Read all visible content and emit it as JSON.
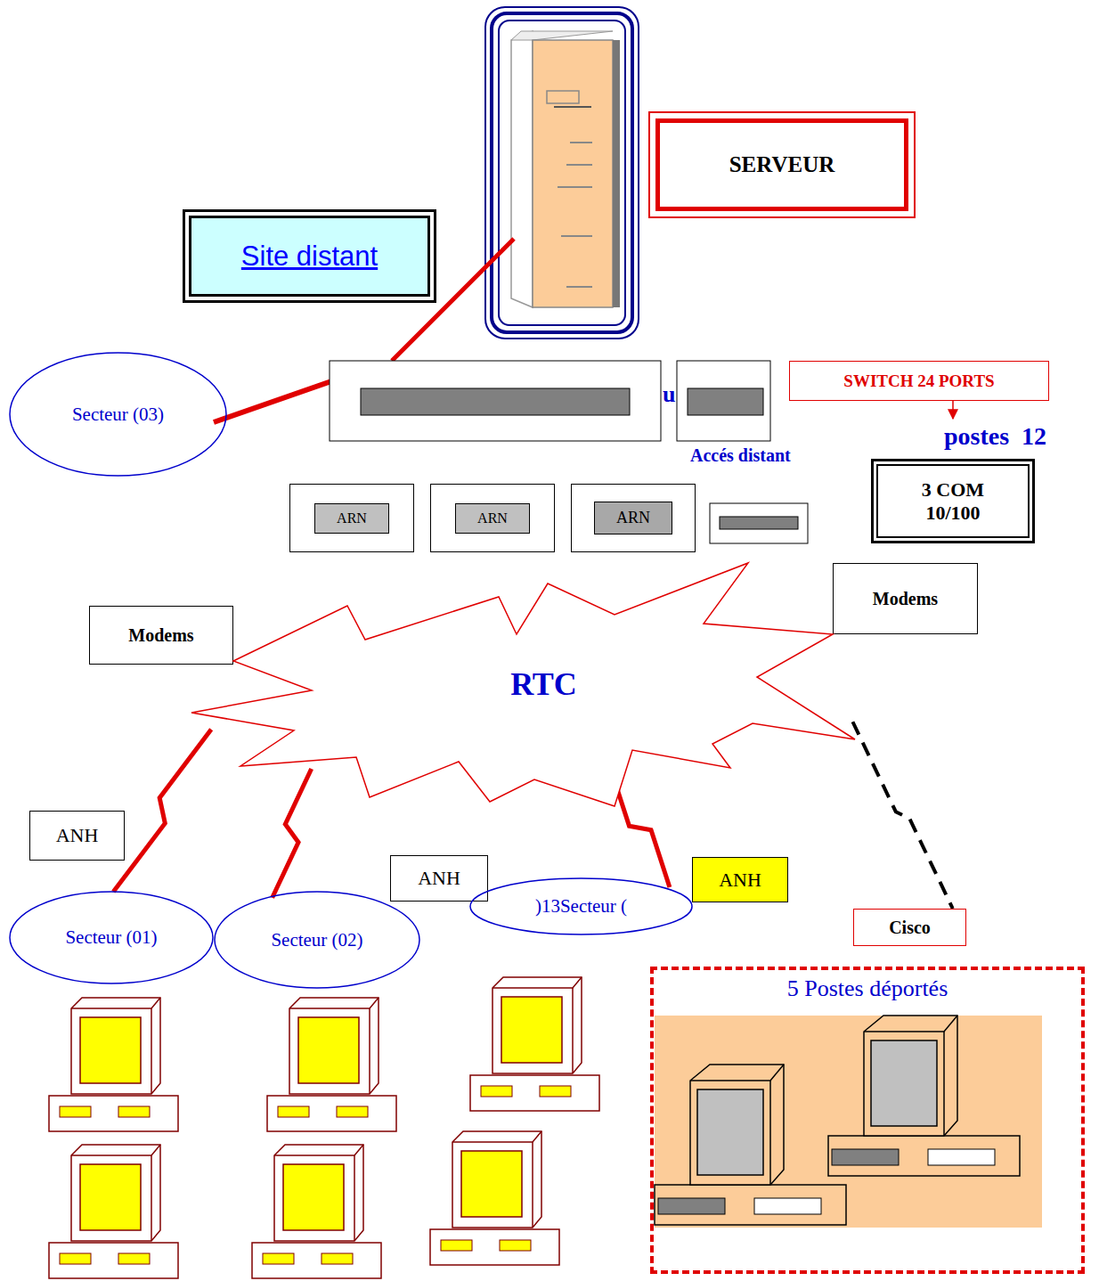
{
  "diagram": {
    "nodes": [
      {
        "text": [
          "SERVEUR"
        ]
      },
      {
        "text": [
          "Site distant"
        ]
      },
      {
        "text": [
          "Secteur (03)"
        ]
      },
      {
        "text": [
          "SWITCH 24 PORTS"
        ]
      },
      {
        "text": [
          "3 COM 10/100"
        ]
      },
      {
        "text": [
          "ARN"
        ]
      },
      {
        "text": [
          "ARN"
        ]
      },
      {
        "text": [
          "ARN"
        ]
      },
      {
        "text": [
          "Modems"
        ]
      },
      {
        "text": [
          "Modems"
        ]
      },
      {
        "text": [
          "RTC"
        ]
      },
      {
        "text": [
          "ANH"
        ]
      },
      {
        "text": [
          "ANH"
        ]
      },
      {
        "text": [
          "ANH"
        ]
      },
      {
        "text": [
          "Secteur (01)"
        ]
      },
      {
        "text": [
          "Secteur (02)"
        ]
      },
      {
        "text": [
          ")13Secteur ("
        ]
      },
      {
        "text": [
          "Cisco"
        ]
      },
      {
        "text": [
          "5 Postes déportés"
        ]
      }
    ],
    "edges": [
      {
        "from": 10,
        "to": 14,
        "arrow": "none"
      },
      {
        "from": 10,
        "to": 15,
        "arrow": "none"
      },
      {
        "from": 10,
        "to": 16,
        "arrow": "none"
      },
      {
        "from": 10,
        "to": 17,
        "arrow": "none"
      }
    ],
    "labels": [
      "u",
      "postes  12",
      "Accés distant"
    ]
  }
}
